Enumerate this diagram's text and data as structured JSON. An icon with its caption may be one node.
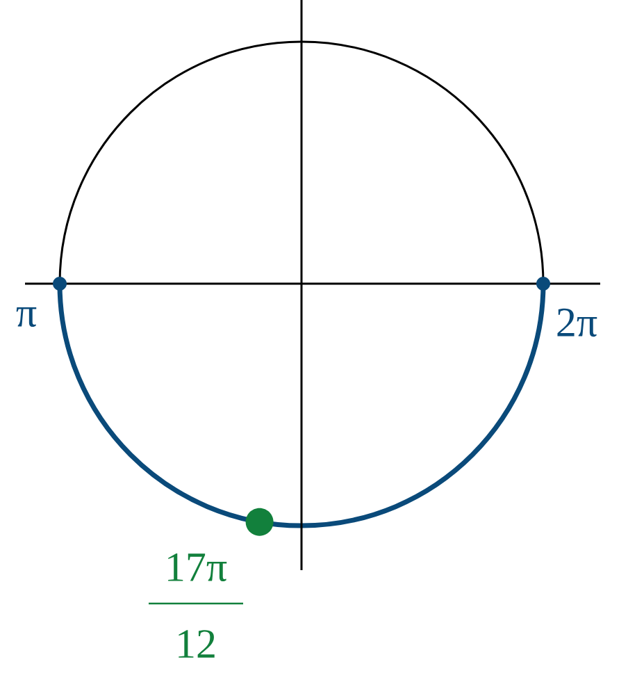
{
  "diagram": {
    "labels": [
      "π",
      "2π",
      "17π",
      "12"
    ]
  }
}
